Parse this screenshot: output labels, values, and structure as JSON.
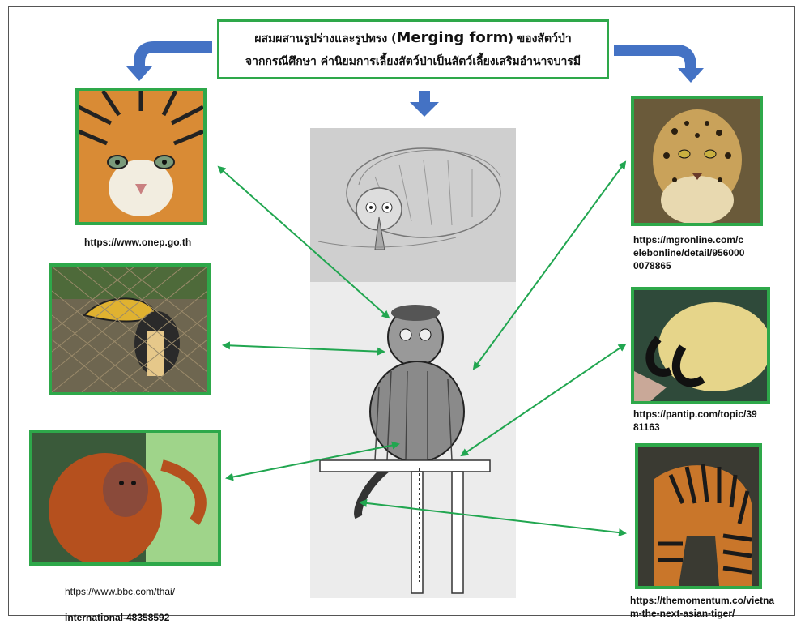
{
  "title": {
    "line1_pre": "ผสมผสานรูปร่างและรูปทรง (",
    "line1_en": "Merging form",
    "line1_post": ") ของสัตว์ป่า",
    "line2": "จากกรณีศึกษา ค่านิยมการเลี้ยงสัตว์ป่าเป็นสัตว์เลี้ยงเสริมอำนาจบารมี"
  },
  "sources": {
    "tiger_face": "https://www.onep.go.th",
    "leopard": "https://mgronline.com/c\nelebonline/detail/956000\n0078865",
    "claw": "https://pantip.com/topic/39\n81163",
    "orangutan_line1": "https://www.bbc.com/thai/",
    "orangutan_line2": "international-48358592",
    "tiger_body": "https://themomentum.co/vietna\nm-the-next-asian-tiger/"
  },
  "colors": {
    "border_green": "#2ea84a",
    "arrow_blue": "#4472c4",
    "connector_green": "#21a650"
  }
}
